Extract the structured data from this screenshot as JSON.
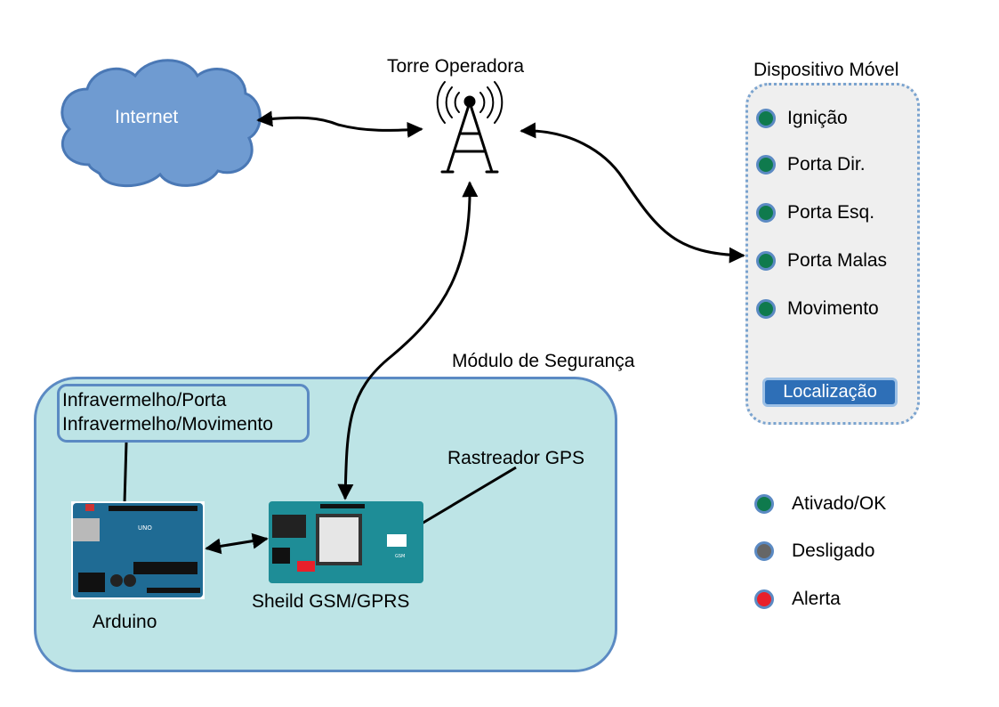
{
  "colors": {
    "ok": "#0f7a4d",
    "off": "#666666",
    "alert": "#e8202a",
    "outline": "#5b8ac3",
    "cloud": "#6f9bd1",
    "module_fill": "#bde4e6",
    "board": "#1f6b94",
    "gsm_board": "#1e8d97"
  },
  "internet": {
    "label": "Internet"
  },
  "tower": {
    "label": "Torre Operadora"
  },
  "device": {
    "title": "Dispositivo Móvel",
    "items": [
      {
        "label": "Ignição",
        "status": "ok"
      },
      {
        "label": "Porta Dir.",
        "status": "ok"
      },
      {
        "label": "Porta Esq.",
        "status": "ok"
      },
      {
        "label": "Porta Malas",
        "status": "ok"
      },
      {
        "label": "Movimento",
        "status": "ok"
      }
    ],
    "button_label": "Localização"
  },
  "module": {
    "title": "Módulo de Segurança",
    "sensors": [
      "Infravermelho/Porta",
      "Infravermelho/Movimento"
    ],
    "arduino_label": "Arduino",
    "gsm_label": "Sheild GSM/GPRS",
    "gps_label": "Rastreador GPS"
  },
  "legend": [
    {
      "label": "Ativado/OK",
      "status": "ok"
    },
    {
      "label": "Desligado",
      "status": "off"
    },
    {
      "label": "Alerta",
      "status": "alert"
    }
  ]
}
